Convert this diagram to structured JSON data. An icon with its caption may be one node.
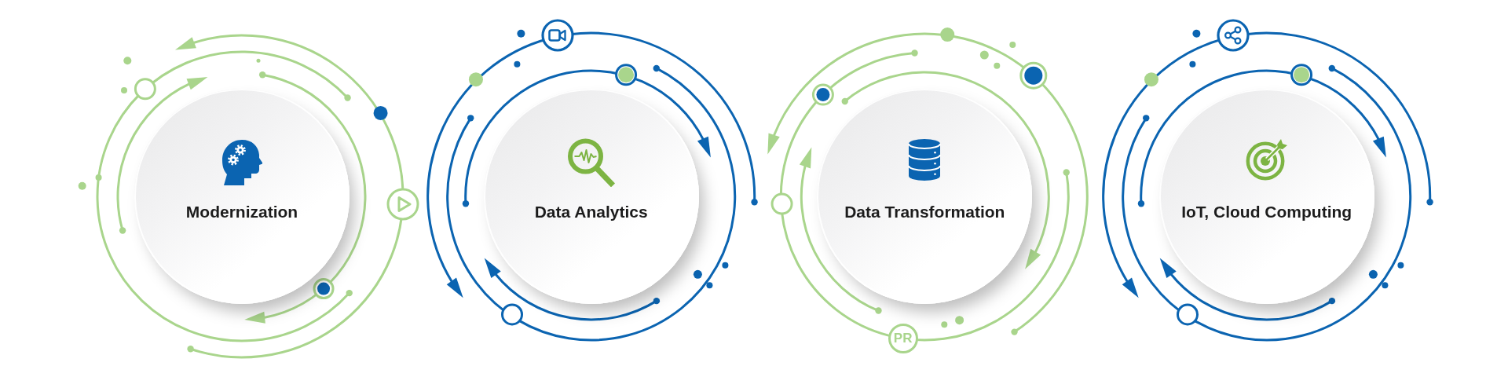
{
  "diagram": {
    "nodes": [
      {
        "text": [
          "Modernization"
        ]
      },
      {
        "text": [
          "Data Analytics"
        ]
      },
      {
        "text": [
          "Data Transformation"
        ]
      },
      {
        "text": [
          "PR"
        ]
      },
      {
        "text": [
          "IoT, Cloud Computing"
        ]
      }
    ]
  }
}
